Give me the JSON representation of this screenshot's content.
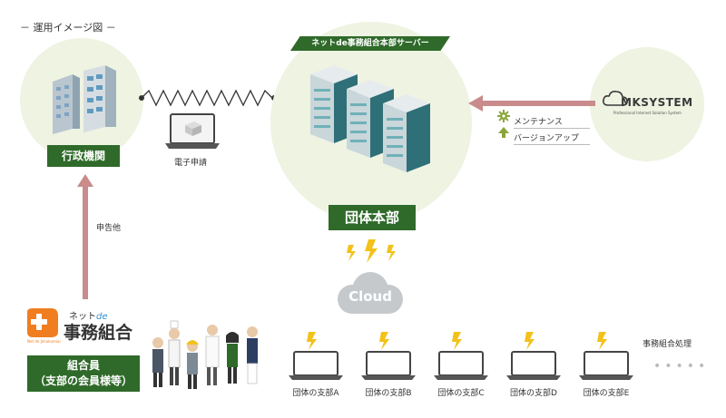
{
  "title": "－ 運用イメージ図 －",
  "server_banner": "ネットde事務組合本部サーバー",
  "gov": {
    "label": "行政機関"
  },
  "hq": {
    "label": "団体本部"
  },
  "efiling": "電子申請",
  "cloud": "Cloud",
  "mksystem": {
    "name": "MKSYSTEM",
    "tagline": "Professional Internet Solution System"
  },
  "services": [
    {
      "icon": "gear-icon",
      "label": "メンテナンス"
    },
    {
      "icon": "arrow-up-icon",
      "label": "バージョンアップ"
    }
  ],
  "report": "申告他",
  "logo": {
    "top": "ネット",
    "de": "de",
    "main": "事務組合",
    "sub": "Net de Jimukumiai"
  },
  "members": {
    "line1": "組合員",
    "line2": "（支部の会員様等）"
  },
  "branches": [
    "団体の支部A",
    "団体の支部B",
    "団体の支部C",
    "団体の支部D",
    "団体の支部E"
  ],
  "processing": "事務組合処理",
  "colors": {
    "green": "#2f6a2a",
    "pink": "#c98b8b",
    "circle": "#eef3e2",
    "lightning": "#f2c21a"
  }
}
